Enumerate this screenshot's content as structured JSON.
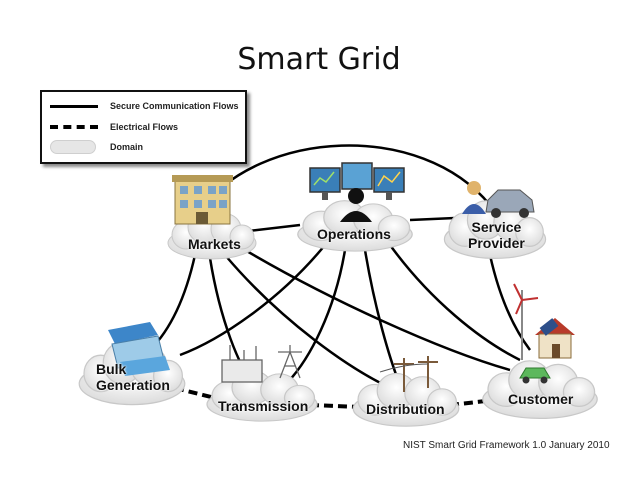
{
  "title": "Smart Grid",
  "legend": {
    "secure": "Secure Communication Flows",
    "electrical": "Electrical Flows",
    "domain": "Domain"
  },
  "nodes": {
    "markets": "Markets",
    "operations": "Operations",
    "service_provider_line1": "Service",
    "service_provider_line2": "Provider",
    "bulk_generation_line1": "Bulk",
    "bulk_generation_line2": "Generation",
    "transmission": "Transmission",
    "distribution": "Distribution",
    "customer": "Customer"
  },
  "credit": "NIST Smart Grid Framework 1.0 January 2010"
}
